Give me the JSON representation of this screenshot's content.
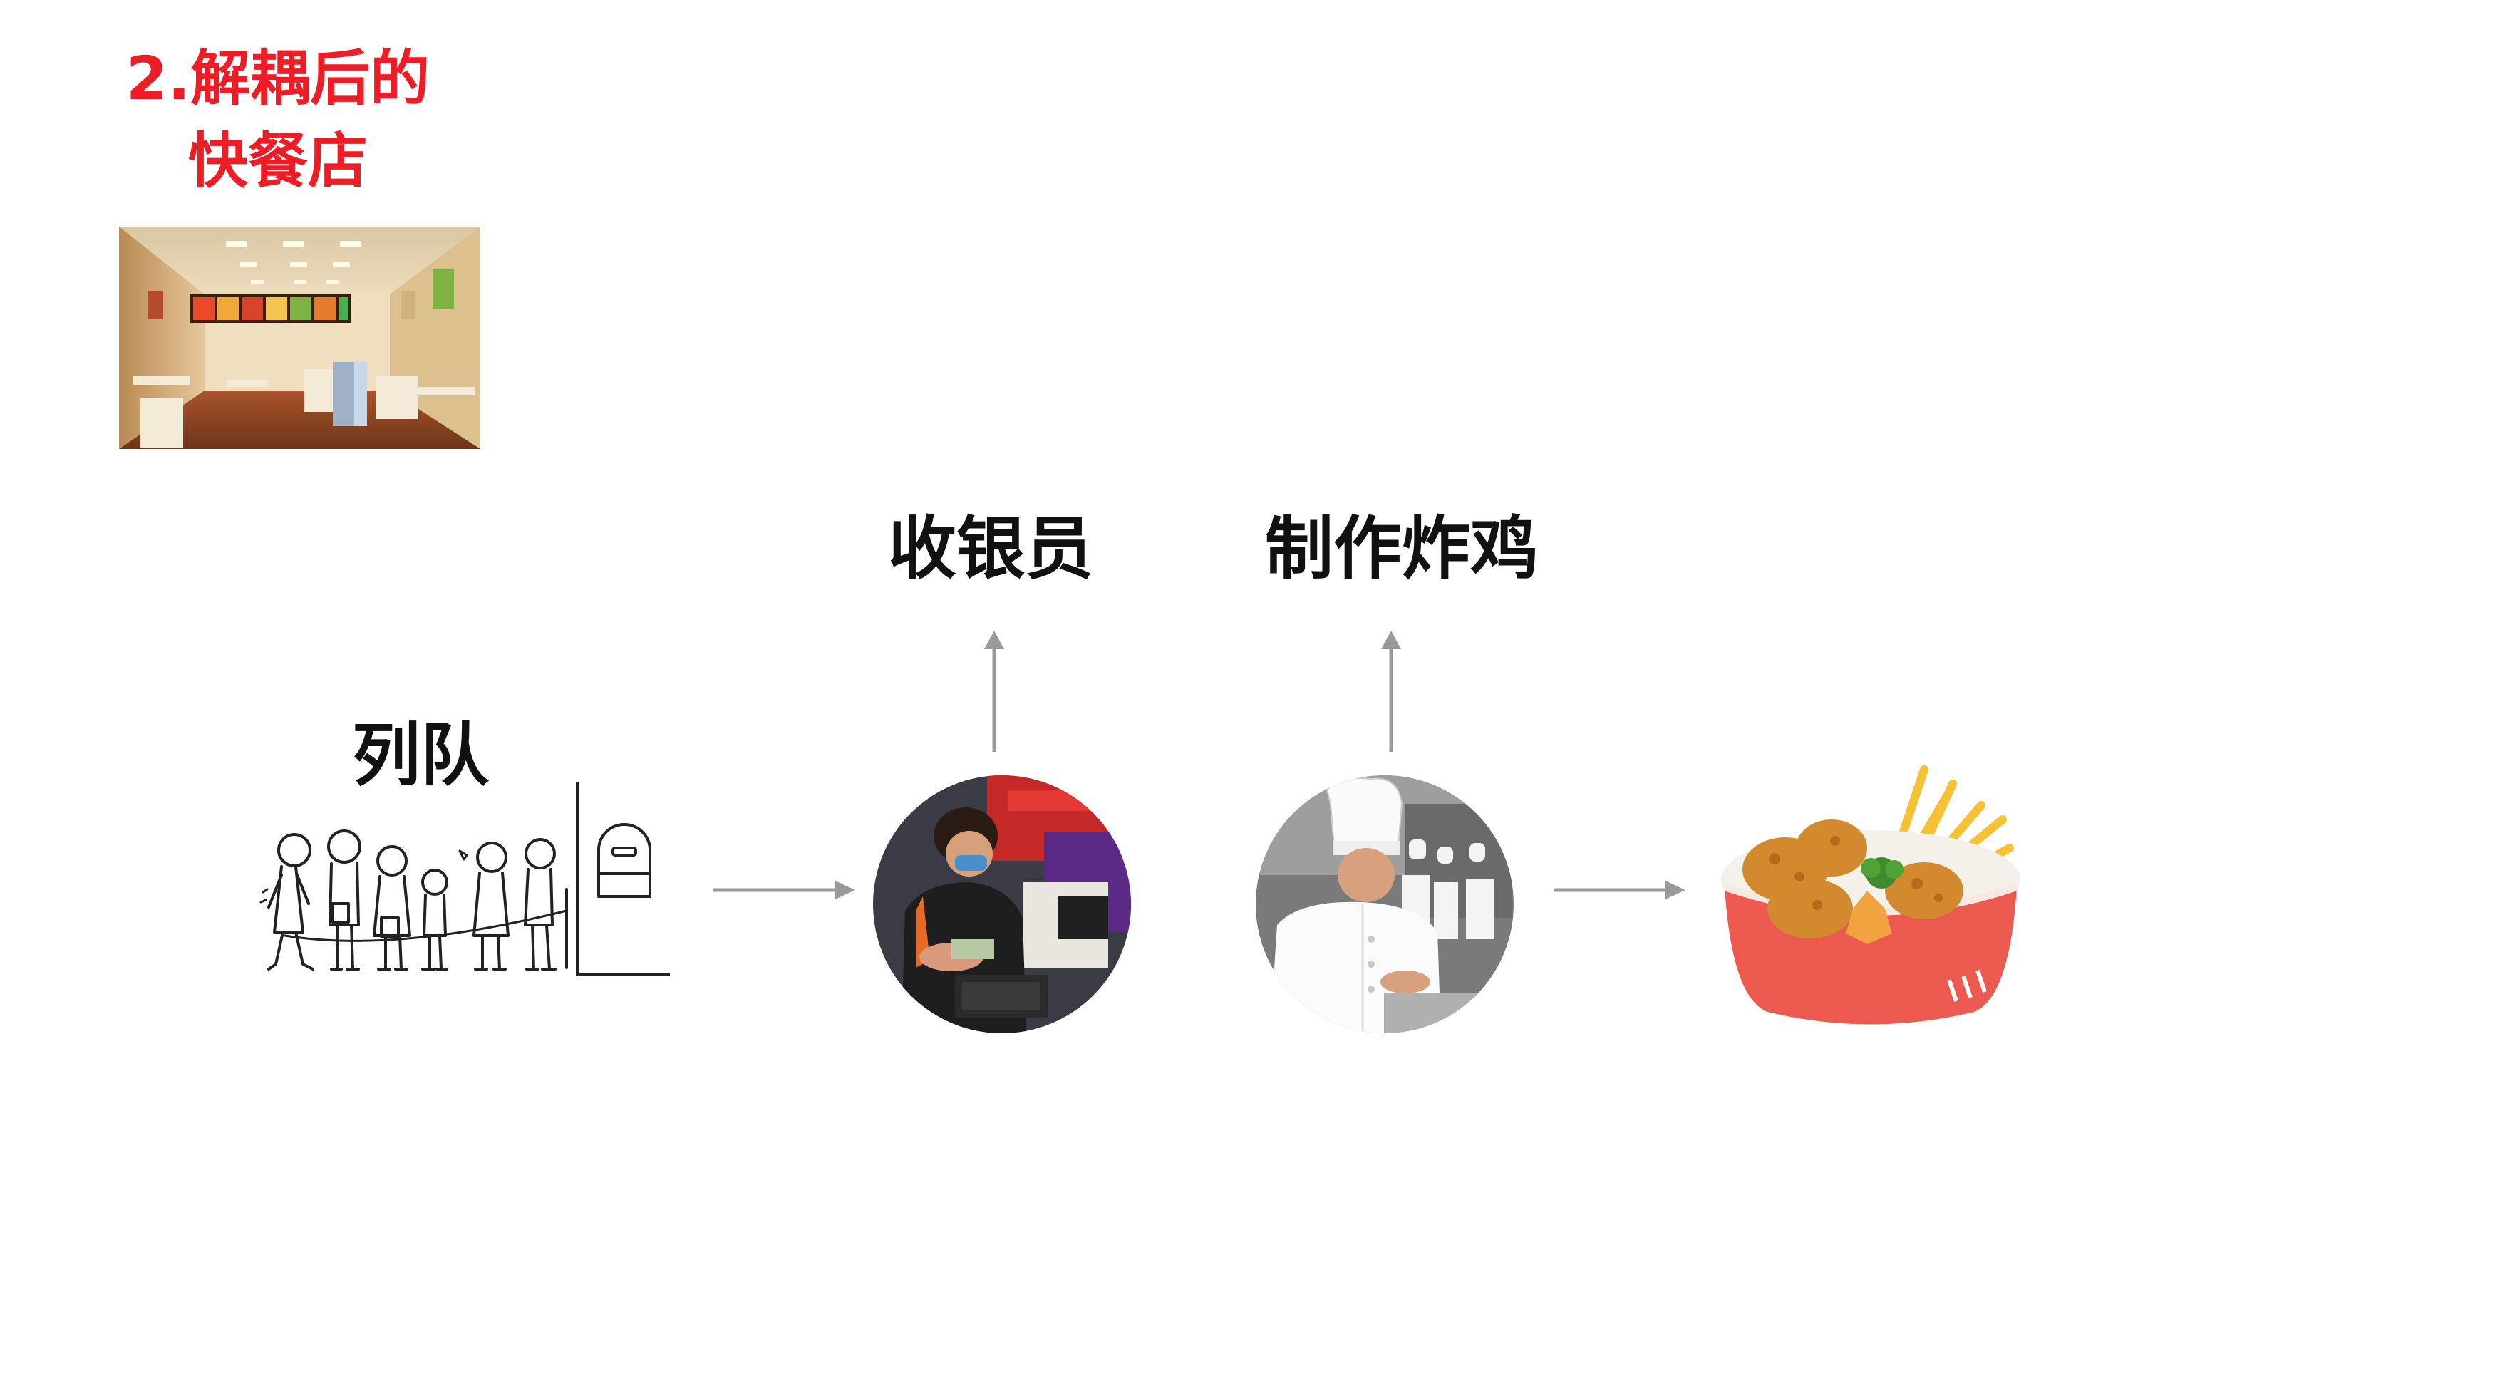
{
  "title": {
    "line1": "2.解耦后的",
    "line2": "快餐店"
  },
  "labels": {
    "queue": "列队",
    "cashier": "收银员",
    "chef": "制作炸鸡"
  },
  "colors": {
    "title": "#ee1c25",
    "label": "#111111",
    "arrow": "#9a9a9a"
  },
  "images": {
    "restaurant": "fast-food-restaurant-interior",
    "queue": "people-queue-sketch",
    "cashier": "cashier-at-register",
    "chef": "chefs-cooking-kitchen",
    "food": "fried-chicken-fries-bowl"
  }
}
